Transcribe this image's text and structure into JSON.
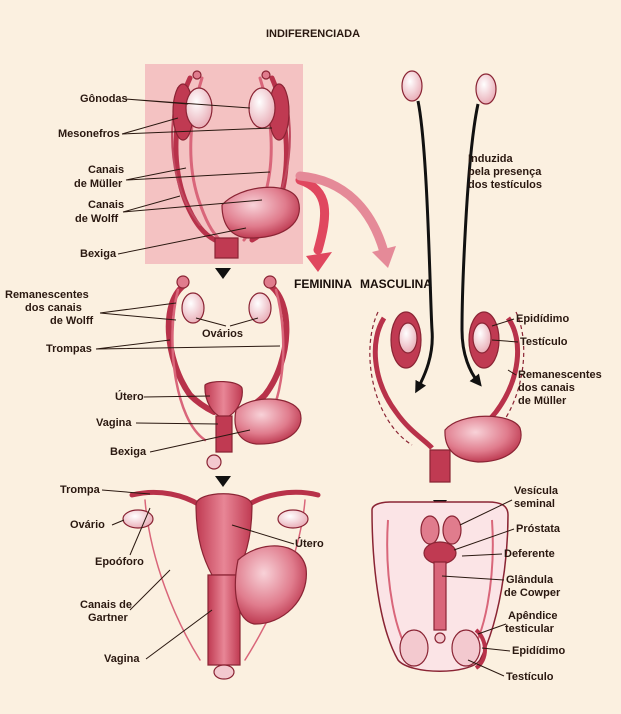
{
  "title": "INDIFERENCIADA",
  "branches": {
    "female": "FEMININA",
    "male": "MASCULINA"
  },
  "male_note": [
    "Induzida",
    "pela presença",
    "dos testículos"
  ],
  "labels": {
    "indiff": {
      "gonodas": "Gônodas",
      "mesonefros": "Mesonefros",
      "muller": [
        "Canais",
        "de Müller"
      ],
      "wolff": [
        "Canais",
        "de Wolff"
      ],
      "bexiga": "Bexiga"
    },
    "female_mid": {
      "remanescentes": [
        "Remanescentes",
        "dos canais",
        "de Wolff"
      ],
      "ovarios": "Ovários",
      "trompas": "Trompas",
      "utero": "Útero",
      "vagina": "Vagina",
      "bexiga": "Bexiga"
    },
    "female_final": {
      "trompa": "Trompa",
      "ovario": "Ovário",
      "epooforo": "Epoóforo",
      "gartner": [
        "Canais de",
        "Gartner"
      ],
      "vagina": "Vagina",
      "utero": "Útero"
    },
    "male_mid": {
      "epididimo": "Epidídimo",
      "testiculo": "Testículo",
      "remanescentes": [
        "Remanescentes",
        "dos canais",
        "de Müller"
      ]
    },
    "male_final": {
      "vesicula": [
        "Vesícula",
        "seminal"
      ],
      "prostata": "Próstata",
      "deferente": "Deferente",
      "cowper": [
        "Glândula",
        "de Cowper"
      ],
      "apendice": [
        "Apêndice",
        "testicular"
      ],
      "epididimo": "Epidídimo",
      "testiculo": "Testículo"
    }
  },
  "colors": {
    "background": "#fbf0e0",
    "panel": "#f4c2c2",
    "organ_dark": "#b8324a",
    "organ_mid": "#d9667a",
    "organ_light": "#f3c9cf",
    "arrow": "#e0475f",
    "outline": "#8a2434"
  }
}
